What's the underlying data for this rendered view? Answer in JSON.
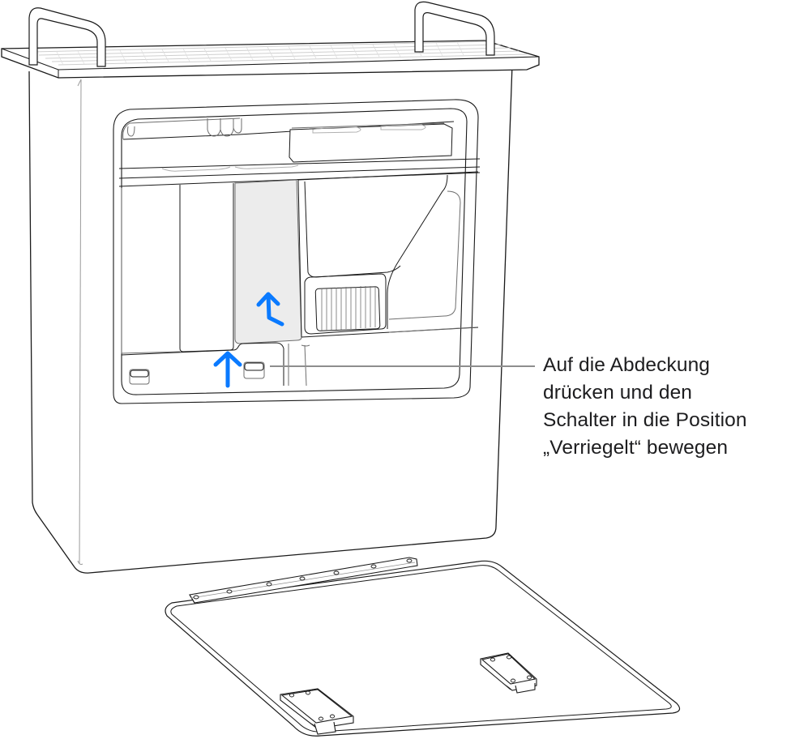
{
  "figure": {
    "subject": "Mac Pro tower with side cover removed",
    "callout": {
      "lines": [
        "Auf die Abdeckung",
        "drücken und den",
        "Schalter in die Position",
        "„Verriegelt“ bewegen"
      ],
      "leader_color": "#8e8e8e"
    },
    "arrows": [
      {
        "name": "press-cover-arrow",
        "direction": "up-curved",
        "color": "#0a7aff"
      },
      {
        "name": "slide-switch-arrow",
        "direction": "up",
        "color": "#0a7aff"
      }
    ],
    "colors": {
      "outline": "#1a1a1a",
      "detail": "#6e6e6e",
      "light_detail": "#b0b0b0",
      "highlight_panel": "#ececec",
      "background": "#ffffff"
    },
    "parts": {
      "top_grille": "perforated top with two handles",
      "interior": "memory/storage slots with highlighted module",
      "switches": "two lock switches at bottom of enclosure",
      "side_panel": "removed side cover lying flat with hinge strip and two feet"
    }
  }
}
